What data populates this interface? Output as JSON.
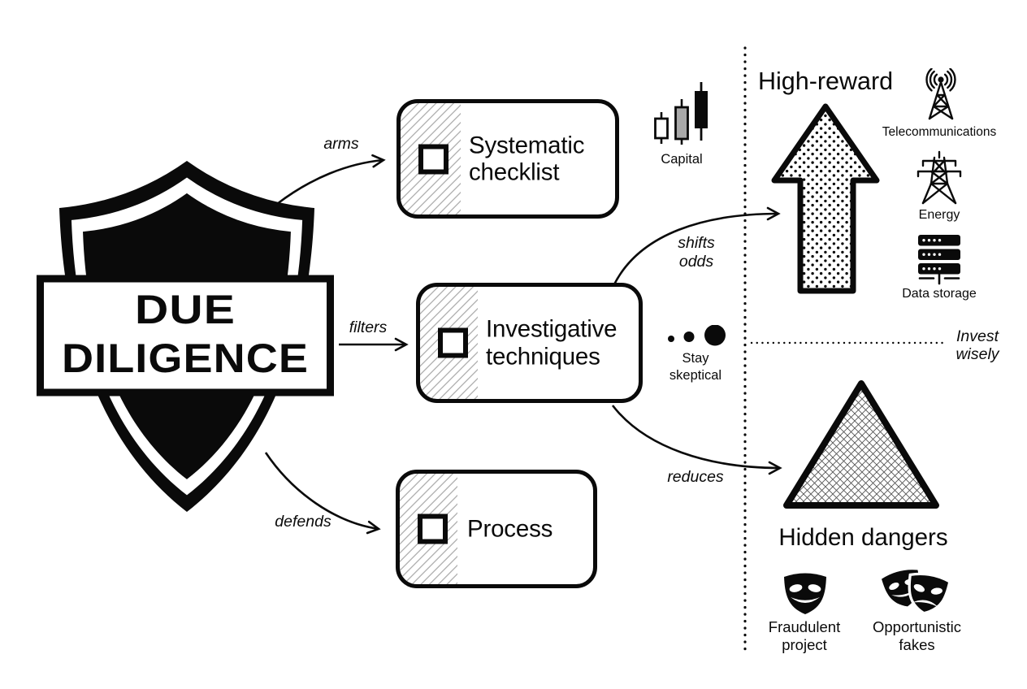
{
  "colors": {
    "ink": "#0a0a0a",
    "hatch_gray": "#b5b5b5",
    "candle_gray": "#a9a9a9",
    "crosshatch_gray": "#555555"
  },
  "shield": {
    "line1": "DUE",
    "line2": "DILIGENCE"
  },
  "boxes": {
    "systematic": {
      "line1": "Systematic",
      "line2": "checklist"
    },
    "investigative": {
      "line1": "Investigative",
      "line2": "techniques"
    },
    "process": {
      "line1": "Process"
    }
  },
  "edges": {
    "arms": "arms",
    "filters": "filters",
    "defends": "defends",
    "shifts_line1": "shifts",
    "shifts_line2": "odds",
    "reduces": "reduces"
  },
  "annotations": {
    "capital": "Capital",
    "skeptical_line1": "Stay",
    "skeptical_line2": "skeptical",
    "invest_line1": "Invest",
    "invest_line2": "wisely"
  },
  "high_reward": {
    "title": "High-reward",
    "sectors": {
      "telecom": "Telecommunications",
      "energy": "Energy",
      "storage": "Data storage"
    }
  },
  "hidden_dangers": {
    "title": "Hidden dangers",
    "threats": {
      "fraud_line1": "Fraudulent",
      "fraud_line2": "project",
      "fakes_line1": "Opportunistic",
      "fakes_line2": "fakes"
    }
  }
}
